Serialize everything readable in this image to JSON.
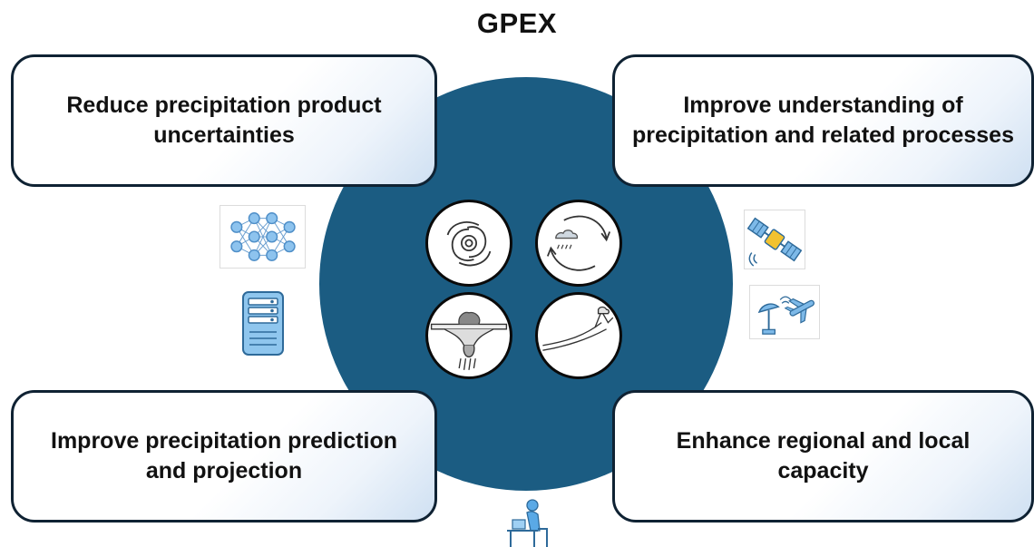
{
  "title": "GPEX",
  "goals": {
    "top_left": "Reduce precipitation product uncertainties",
    "top_right": "Improve understanding of precipitation and related processes",
    "bottom_left": "Improve precipitation prediction and projection",
    "bottom_right": "Enhance regional and local capacity"
  },
  "center_icons": [
    "tropical-cyclone-icon",
    "water-cycle-icon",
    "convective-storm-icon",
    "mountain-orographic-icon"
  ],
  "side_icons": [
    "neural-network-icon",
    "data-server-icon",
    "satellite-icon",
    "aircraft-radar-icon",
    "person-at-computer-icon"
  ],
  "colors": {
    "circle": "#1b5c82",
    "box_border": "#0f2233",
    "icon_blue": "#5aa9e6"
  }
}
